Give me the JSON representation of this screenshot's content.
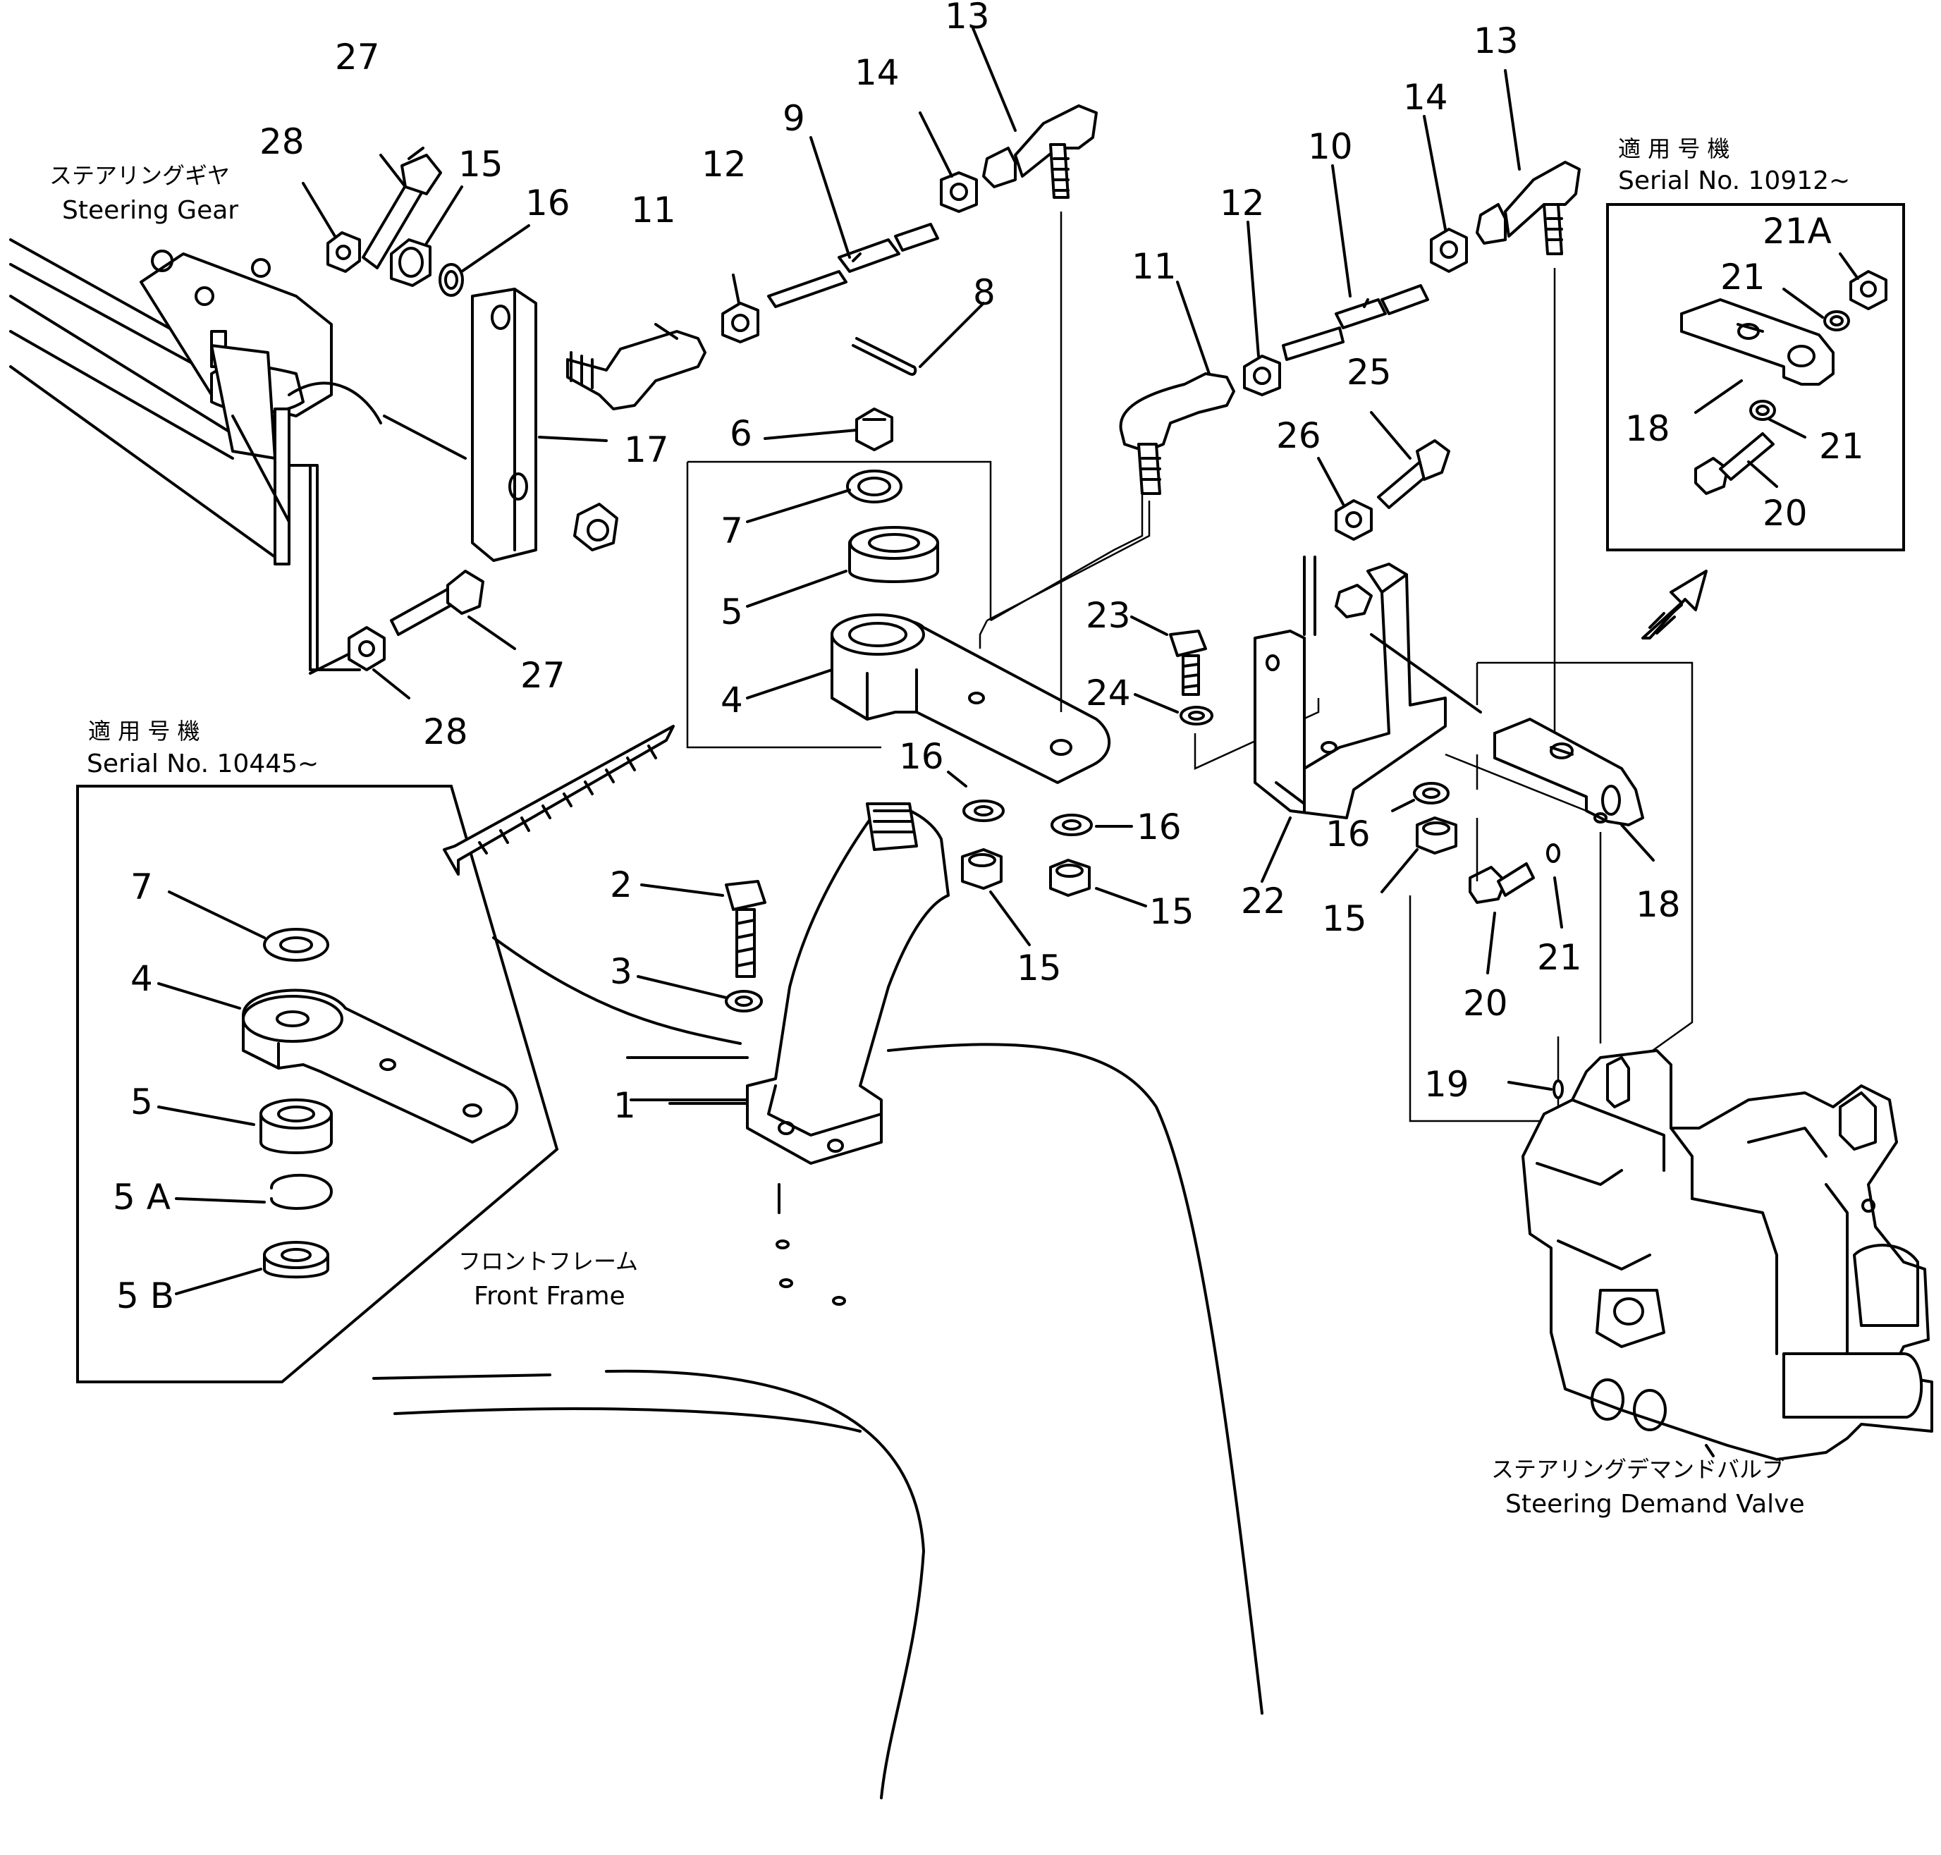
{
  "labels": {
    "steering_gear_jp": "ステアリングギヤ",
    "steering_gear_en": "Steering Gear",
    "front_frame_jp": "フロントフレーム",
    "front_frame_en": "Front Frame",
    "demand_valve_jp": "ステアリングデマンドバルブ",
    "demand_valve_en": "Steering Demand Valve",
    "applicable_jp": "適 用 号 機",
    "serial_right": "Serial No. 10912~",
    "serial_left": "Serial No. 10445~"
  },
  "callouts": {
    "c1": "1",
    "c2": "2",
    "c3": "3",
    "c4": "4",
    "c5": "5",
    "c6": "6",
    "c7": "7",
    "c8": "8",
    "c9": "9",
    "c10": "10",
    "c11": "11",
    "c12": "12",
    "c13": "13",
    "c14": "14",
    "c15": "15",
    "c16": "16",
    "c17": "17",
    "c18": "18",
    "c19": "19",
    "c20": "20",
    "c21": "21",
    "c21a": "21A",
    "c22": "22",
    "c23": "23",
    "c24": "24",
    "c25": "25",
    "c26": "26",
    "c27": "27",
    "c28": "28",
    "c5a": "5 A",
    "c5b": "5 B"
  }
}
